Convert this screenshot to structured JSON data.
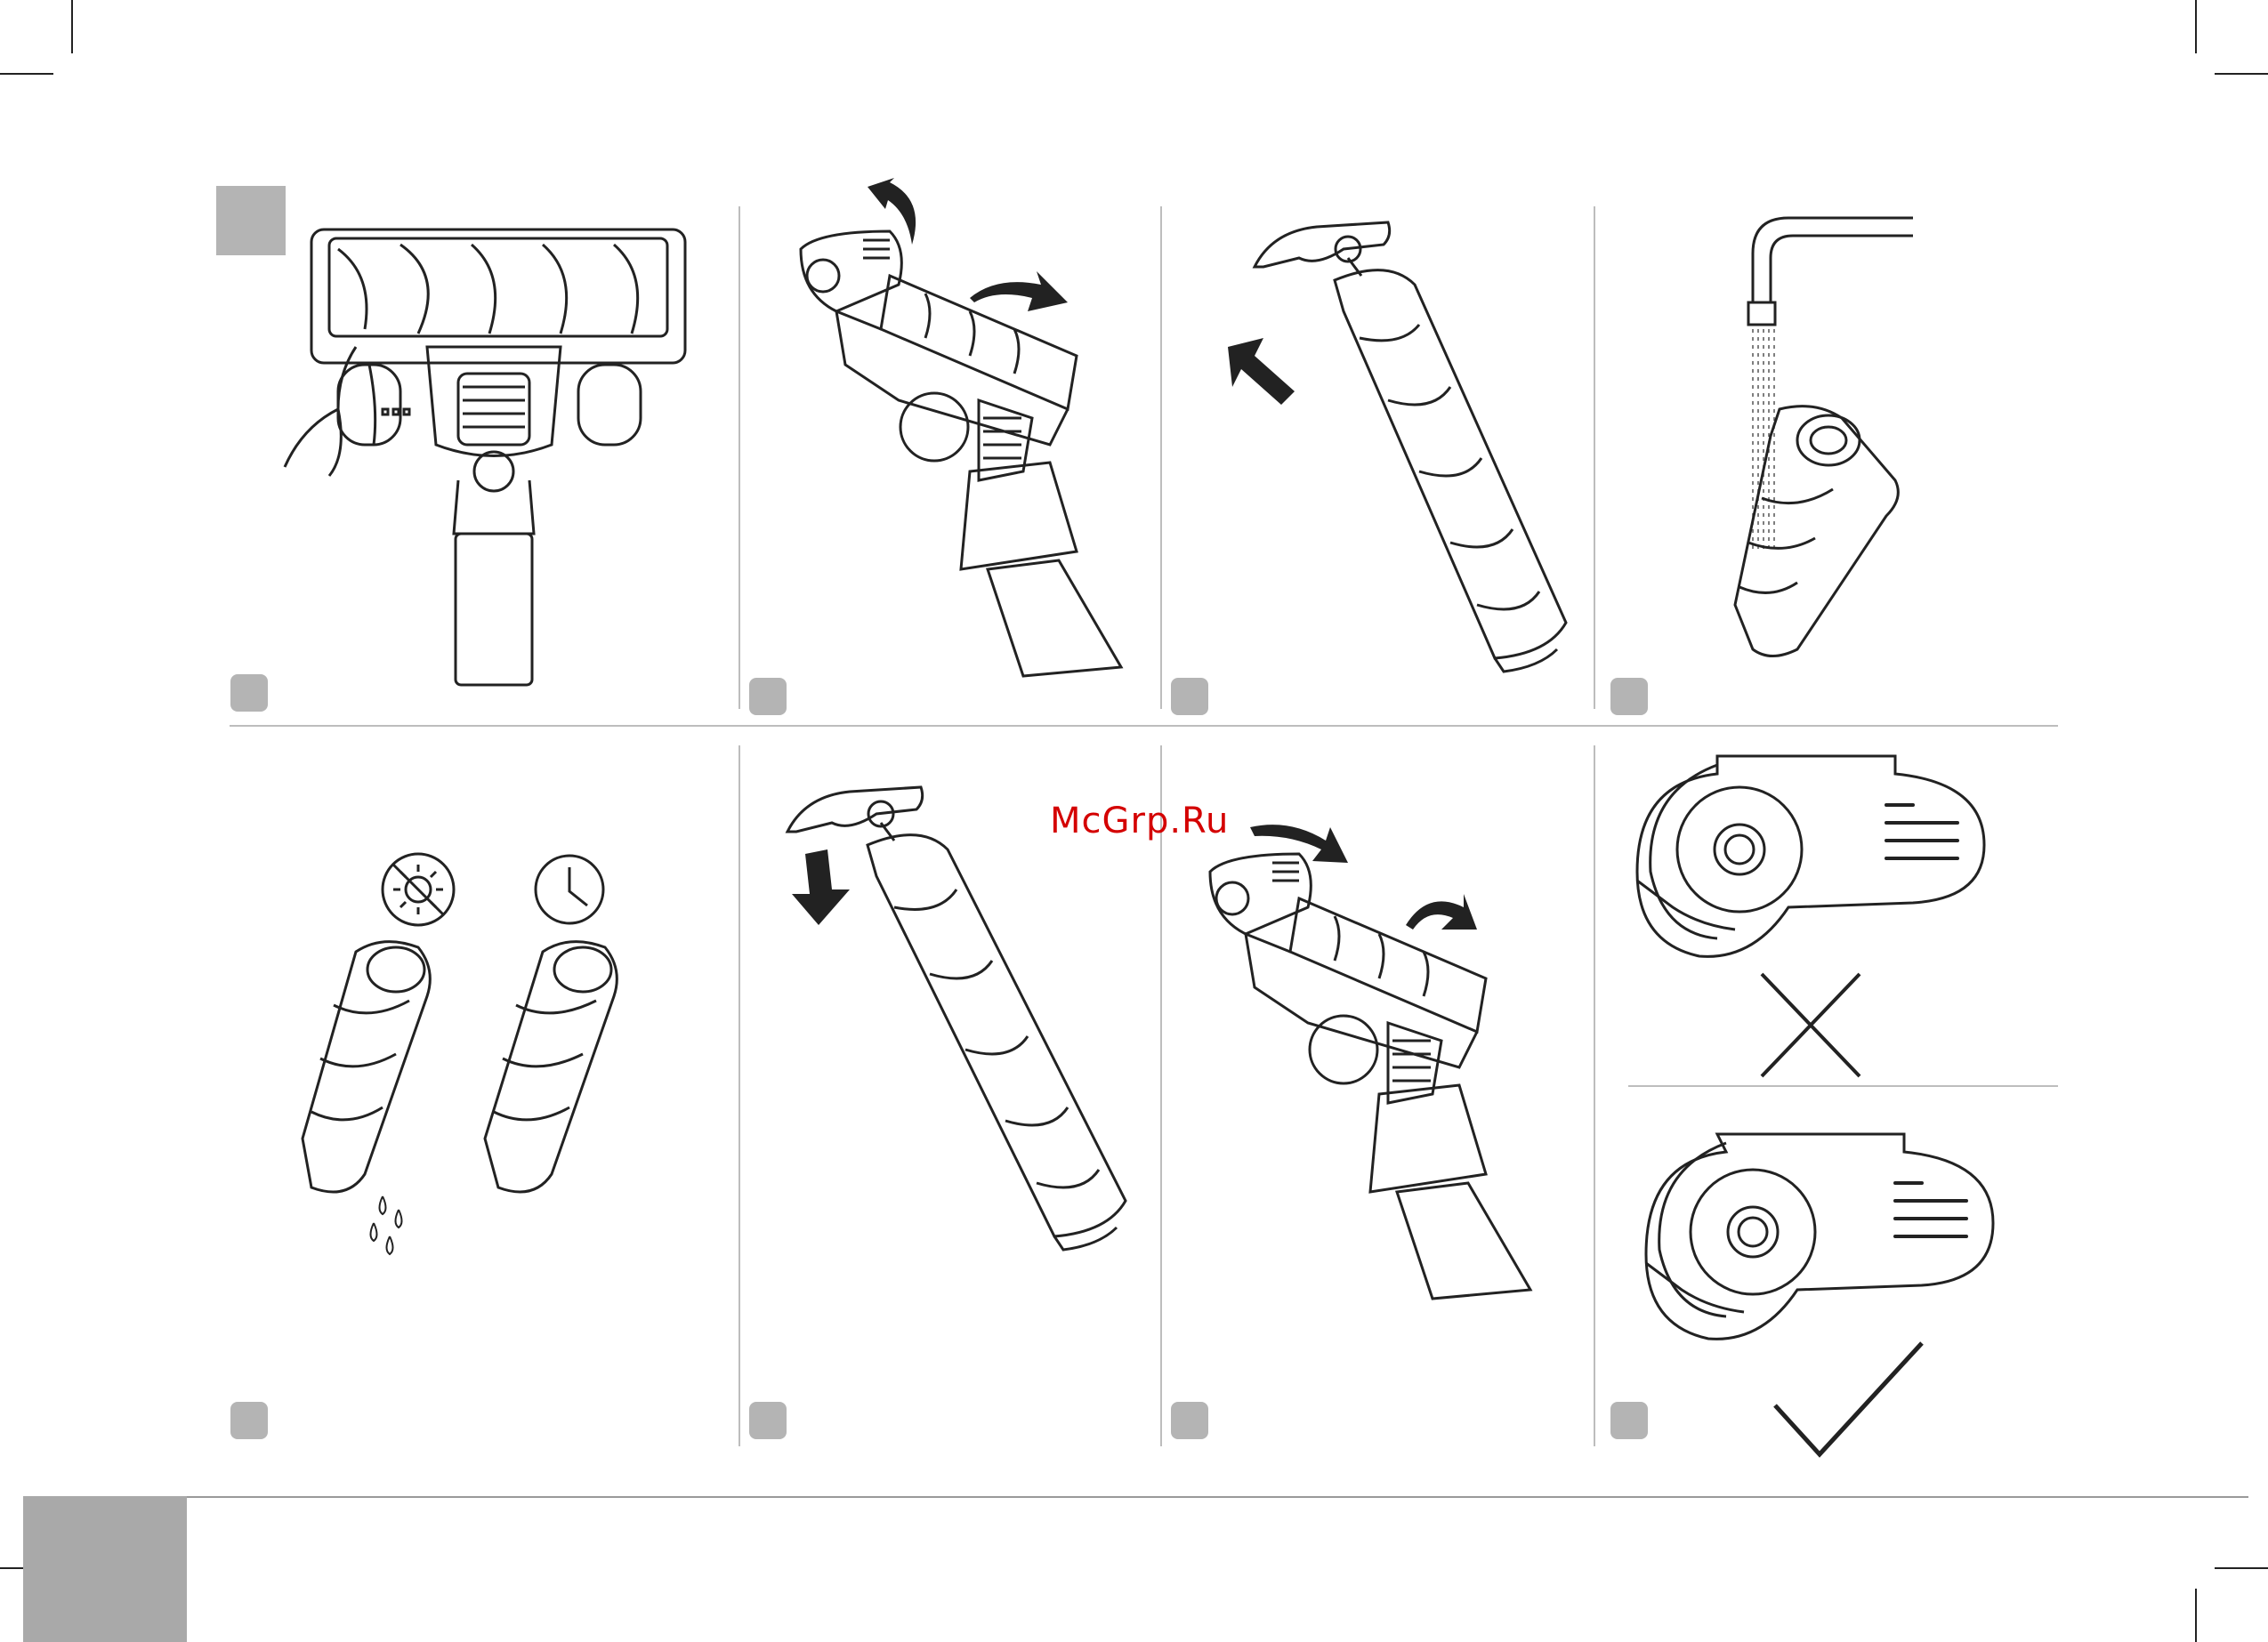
{
  "watermark": {
    "text": "McGrp.Ru"
  },
  "colors": {
    "panel_grey": "#b4b4b4",
    "page_tab": "#a9a9a9",
    "line": "#222222",
    "divider": "#bdbdbd",
    "watermark": "#d40000"
  },
  "panels": [
    {
      "id": "step-1",
      "illustration": "floor-brush-release-button-illustration"
    },
    {
      "id": "step-2",
      "illustration": "brush-cover-open-illustration"
    },
    {
      "id": "step-3",
      "illustration": "roller-remove-illustration"
    },
    {
      "id": "step-4",
      "illustration": "roller-wash-tap-illustration"
    },
    {
      "id": "step-5",
      "illustration": "roller-dry-no-sun-illustration",
      "icons": [
        "no-sun-icon",
        "clock-icon",
        "water-drops-icon"
      ]
    },
    {
      "id": "step-6",
      "illustration": "roller-insert-illustration"
    },
    {
      "id": "step-7",
      "illustration": "brush-cover-close-illustration"
    },
    {
      "id": "step-8",
      "illustration": "cover-fit-check-illustration",
      "icons": [
        "cross-mark-icon",
        "check-mark-icon"
      ]
    }
  ]
}
